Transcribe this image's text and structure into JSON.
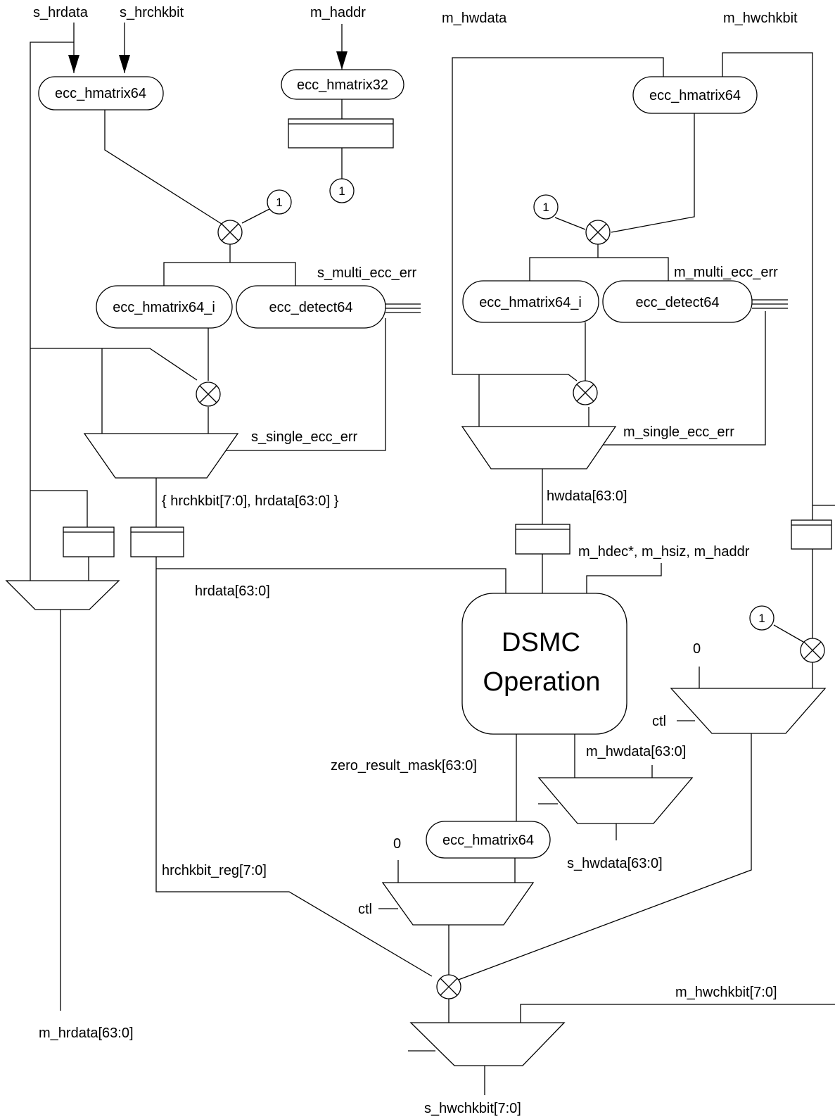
{
  "labels": {
    "s_hrdata": "s_hrdata",
    "s_hrchkbit": "s_hrchkbit",
    "m_haddr": "m_haddr",
    "m_hwdata": "m_hwdata",
    "m_hwchkbit": "m_hwchkbit",
    "s_multi_ecc_err": "s_multi_ecc_err",
    "m_multi_ecc_err": "m_multi_ecc_err",
    "s_single_ecc_err": "s_single_ecc_err",
    "m_single_ecc_err": "m_single_ecc_err",
    "hrchkbit_hrdata_bus": "{ hrchkbit[7:0], hrdata[63:0] }",
    "hwdata_bus": "hwdata[63:0]",
    "hrdata_bus": "hrdata[63:0]",
    "m_hdec_hsiz_haddr": "m_hdec*, m_hsiz, m_haddr",
    "zero_result_mask": "zero_result_mask[63:0]",
    "m_hwdata_bus": "m_hwdata[63:0]",
    "s_hwdata_bus": "s_hwdata[63:0]",
    "hrchkbit_reg": "hrchkbit_reg[7:0]",
    "m_hrdata_out": "m_hrdata[63:0]",
    "m_hwchkbit_bus": "m_hwchkbit[7:0]",
    "s_hwchkbit_out": "s_hwchkbit[7:0]",
    "ctl_a": "ctl",
    "ctl_b": "ctl",
    "zero_a": "0",
    "zero_b": "0"
  },
  "blocks": {
    "ecc_hmatrix64_s": "ecc_hmatrix64",
    "ecc_hmatrix32": "ecc_hmatrix32",
    "ecc_hmatrix64_m": "ecc_hmatrix64",
    "ecc_hmatrix64_i_s": "ecc_hmatrix64_i",
    "ecc_detect64_s": "ecc_detect64",
    "ecc_hmatrix64_i_m": "ecc_hmatrix64_i",
    "ecc_detect64_m": "ecc_detect64",
    "ecc_hmatrix64_bottom": "ecc_hmatrix64"
  },
  "dsmc": {
    "line1": "DSMC",
    "line2": "Operation"
  },
  "constants": {
    "one_a": "1",
    "one_b": "1",
    "one_c": "1",
    "one_d": "1"
  }
}
